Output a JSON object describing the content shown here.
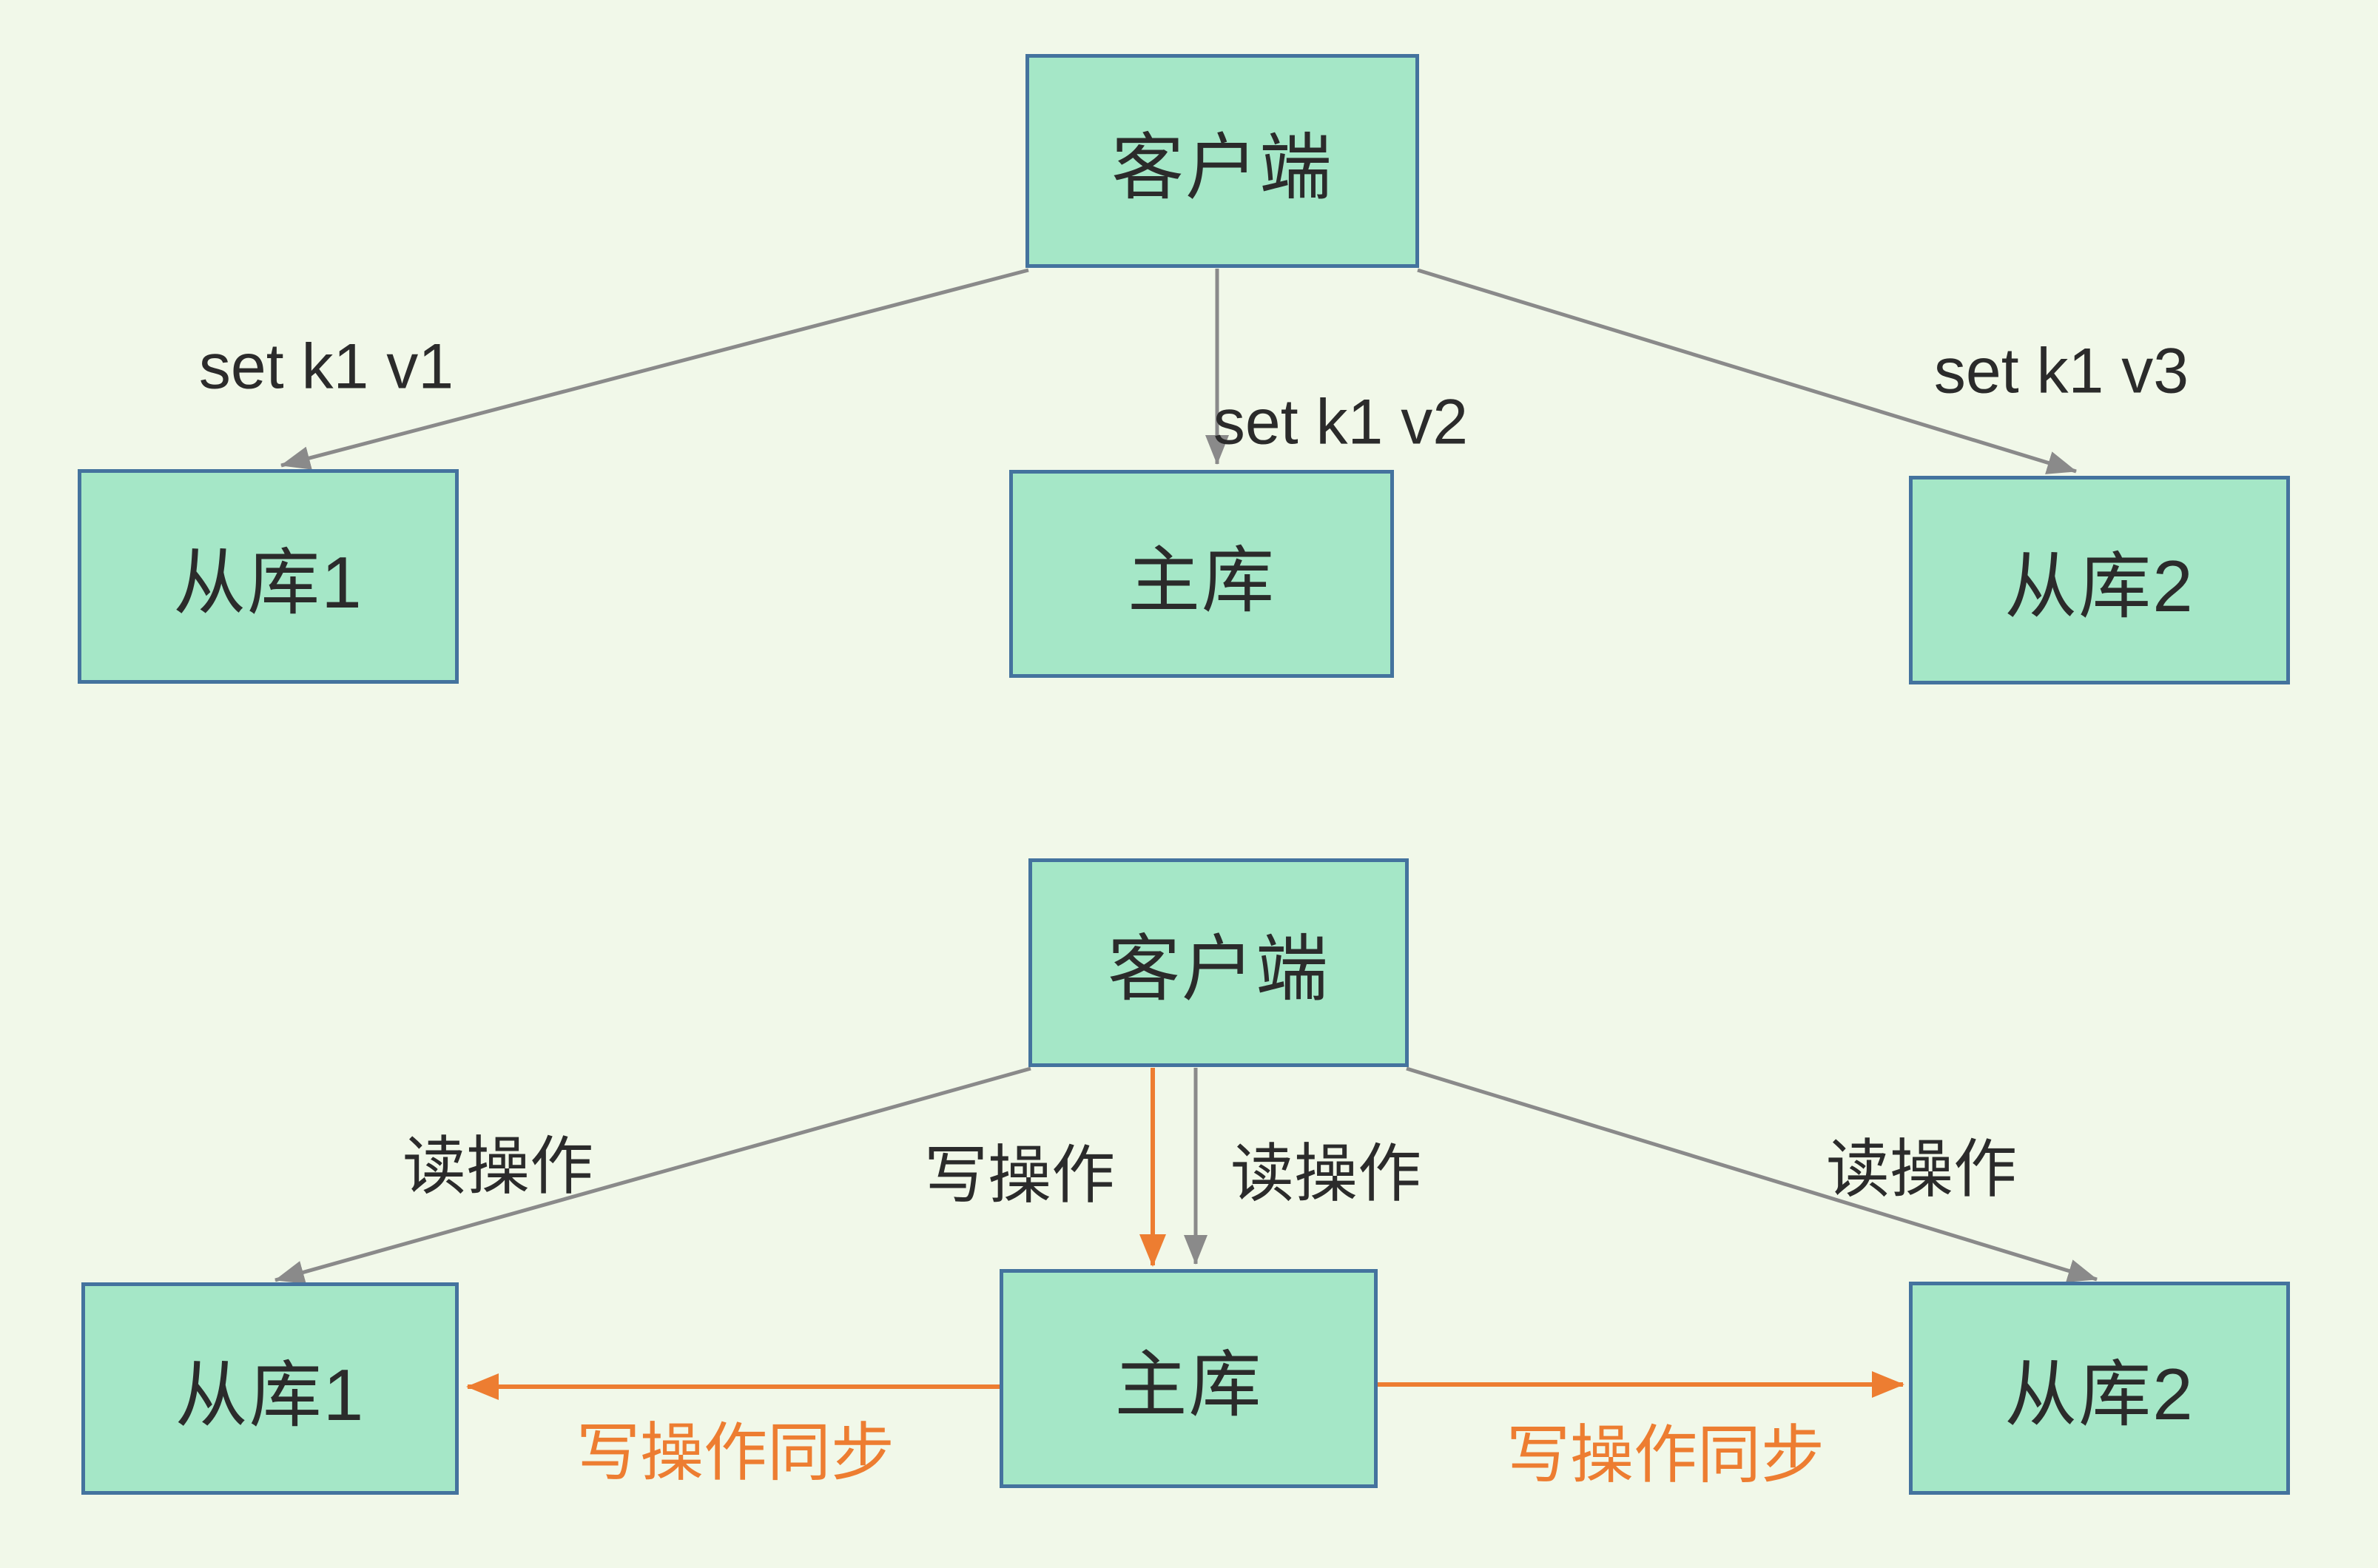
{
  "colors": {
    "background": "#F1F8E9",
    "node_fill": "#A5E7C7",
    "node_border": "#44739E",
    "arrow_gray": "#8A8A8A",
    "arrow_orange": "#ED7D31",
    "text": "#2B2B2B"
  },
  "top_diagram": {
    "client": "客户端",
    "slave1": "从库1",
    "master": "主库",
    "slave2": "从库2",
    "edge_labels": {
      "to_slave1": "set k1 v1",
      "to_master": "set k1 v2",
      "to_slave2": "set k1 v3"
    }
  },
  "bottom_diagram": {
    "client": "客户端",
    "slave1": "从库1",
    "master": "主库",
    "slave2": "从库2",
    "edge_labels": {
      "read_slave1": "读操作",
      "write_master": "写操作",
      "read_master": "读操作",
      "read_slave2": "读操作",
      "sync_slave1": "写操作同步",
      "sync_slave2": "写操作同步"
    }
  }
}
